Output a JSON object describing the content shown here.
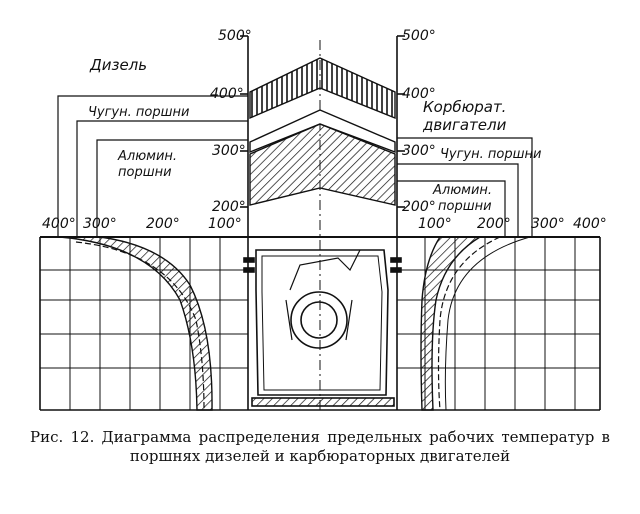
{
  "labels": {
    "diesel": "Дизель",
    "cast_iron_left": "Чугун. поршни",
    "alum_left_1": "Алюмин.",
    "alum_left_2": "поршни",
    "carb_1": "Корбюрат.",
    "carb_2": "двигатели",
    "cast_iron_right": "Чугун. поршни",
    "alum_right_1": "Алюмин.",
    "alum_right_2": "поршни"
  },
  "ticks": {
    "top_left_500": "500°",
    "top_left_400": "400°",
    "top_left_300": "300°",
    "top_left_200": "200°",
    "top_right_500": "500°",
    "top_right_400": "400°",
    "top_right_300": "300°",
    "top_right_200": "200°",
    "left_400": "400°",
    "left_300": "300°",
    "left_200": "200°",
    "left_100": "100°",
    "right_100": "100°",
    "right_200": "200°",
    "right_300": "300°",
    "right_400": "400°"
  },
  "caption": "Рис. 12. Диаграмма распределения предельных рабочих температур в поршнях дизелей и карбюраторных двигателей"
}
